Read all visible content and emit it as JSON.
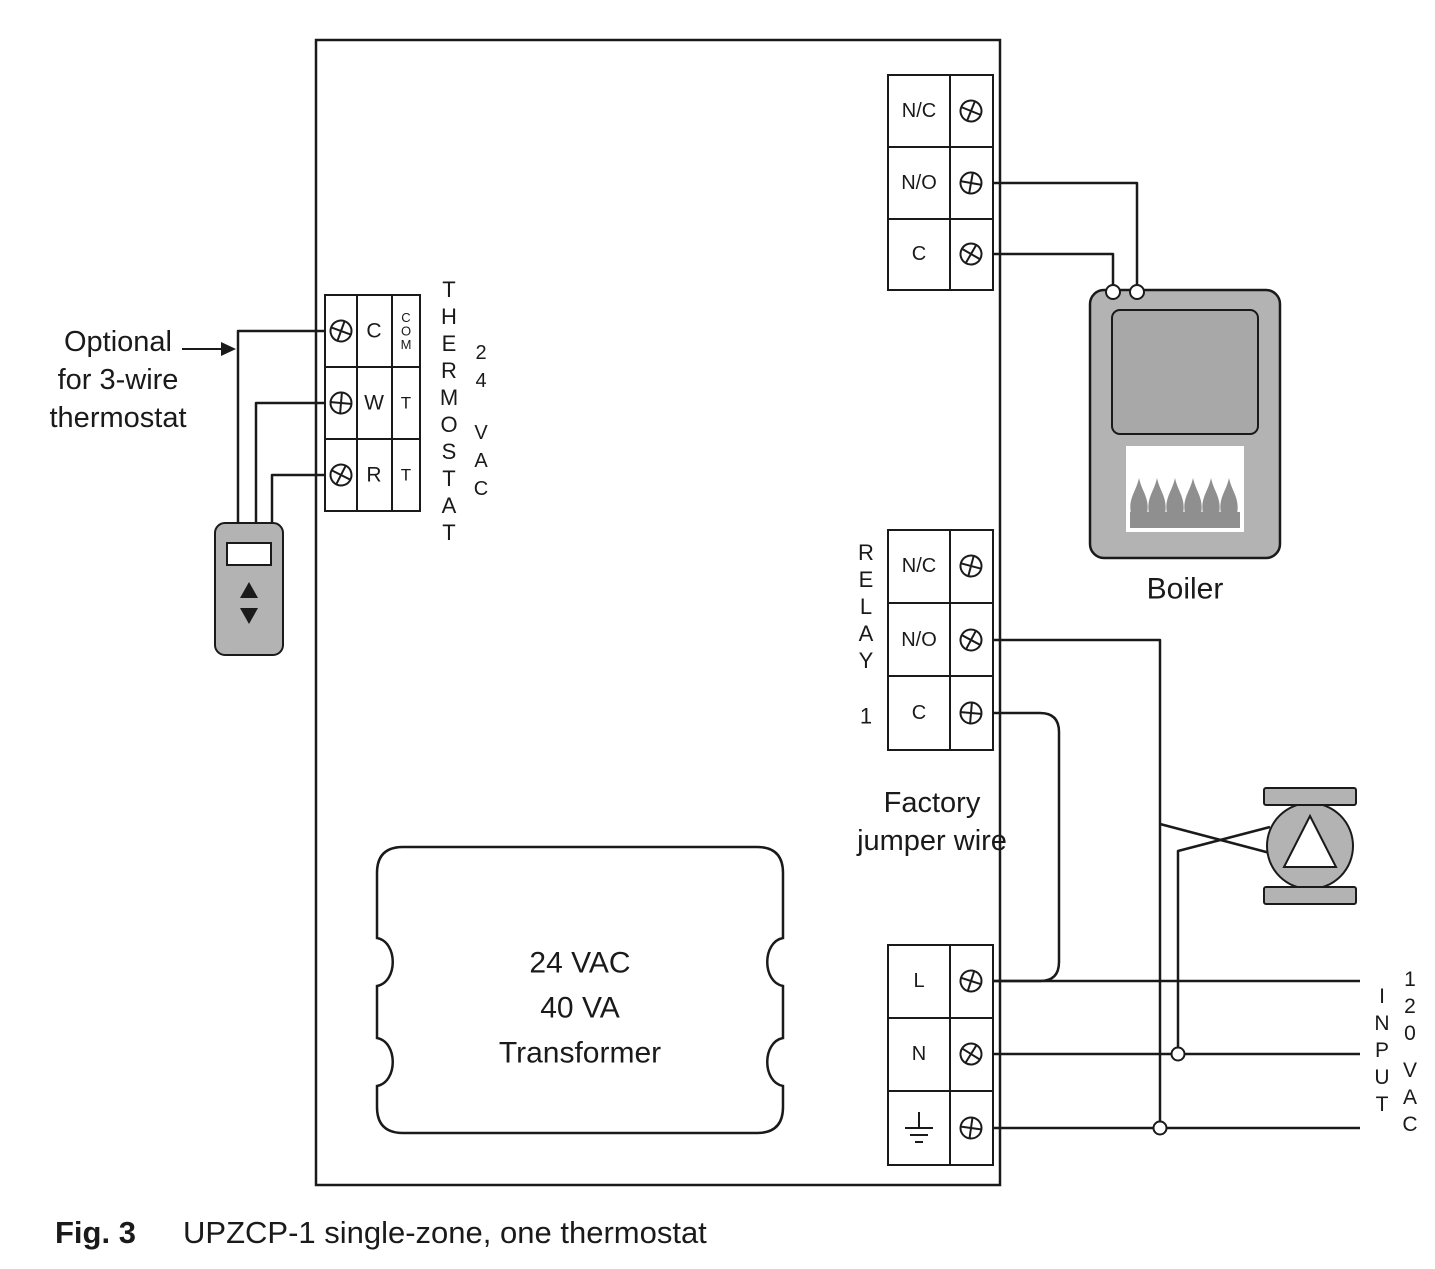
{
  "colors": {
    "line": "#1a1a1a",
    "device_gray": "#b3b3b3",
    "panel_gray": "#a8a8a8",
    "flame_gray": "#8f8f8f"
  },
  "optional_note": {
    "line1": "Optional",
    "line2": "for 3-wire",
    "line3": "thermostat"
  },
  "thermostat_block": {
    "vertical_label": "THERMOSTAT",
    "volts_top": "24",
    "volts_bottom": "VAC",
    "rows": [
      {
        "letter": "C",
        "tag": "COM"
      },
      {
        "letter": "W",
        "tag": "T"
      },
      {
        "letter": "R",
        "tag": "T"
      }
    ]
  },
  "top_block": {
    "rows": [
      "N/C",
      "N/O",
      "C"
    ]
  },
  "relay_block": {
    "vertical_label": "RELAY",
    "number": "1",
    "rows": [
      "N/C",
      "N/O",
      "C"
    ]
  },
  "power_block": {
    "rows": [
      "L",
      "N"
    ]
  },
  "boiler": {
    "label": "Boiler"
  },
  "transformer": {
    "line1": "24 VAC",
    "line2": "40 VA",
    "line3": "Transformer"
  },
  "jumper_note": {
    "line1": "Factory",
    "line2": "jumper wire"
  },
  "input": {
    "vertical": "INPUT",
    "volts": "120",
    "vac": "VAC"
  },
  "caption": {
    "fig": "Fig. 3",
    "text": "UPZCP-1 single-zone, one thermostat"
  }
}
